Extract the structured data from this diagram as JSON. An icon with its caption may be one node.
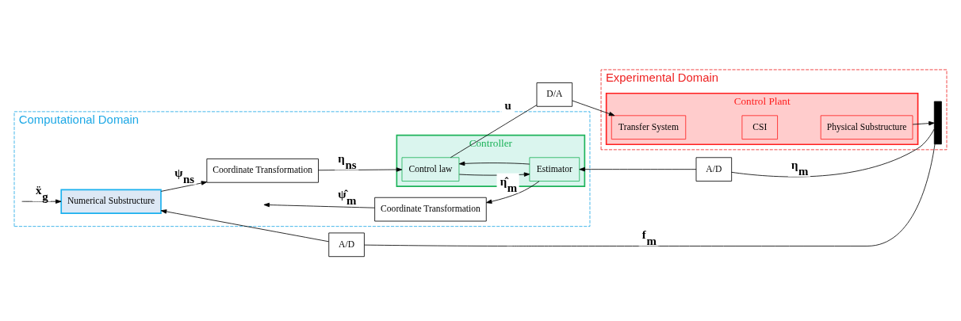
{
  "diagram": {
    "nodes": [
      {
        "text": [
          "Computational Domain"
        ]
      },
      {
        "text": [
          "Numerical Substructure"
        ],
        "in": 0
      },
      {
        "text": [
          "Coordinate Transformation"
        ],
        "in": 0
      },
      {
        "text": [
          "Controller"
        ],
        "in": 0
      },
      {
        "text": [
          "Control law"
        ],
        "in": 3
      },
      {
        "text": [
          "Estimator"
        ],
        "in": 3
      },
      {
        "text": [
          "Coordinate Transformation"
        ],
        "in": 0
      },
      {
        "text": [
          "Experimental Domain"
        ]
      },
      {
        "text": [
          "Control Plant"
        ],
        "in": 7
      },
      {
        "text": [
          "Transfer System"
        ],
        "in": 8
      },
      {
        "text": [
          "CSI"
        ],
        "in": 8
      },
      {
        "text": [
          "Physical Substructure"
        ],
        "in": 8
      },
      {
        "text": [],
        "shape": "bar",
        "in": 7
      },
      {
        "text": [
          "D/A"
        ]
      },
      {
        "text": [
          "A/D"
        ]
      },
      {
        "text": [
          "A/D"
        ]
      }
    ],
    "edges": [
      {
        "from": null,
        "to": 1,
        "arrow": "to",
        "label": "ẍ$_{g}$"
      },
      {
        "from": 1,
        "to": 2,
        "arrow": "to",
        "label": "ψ$_{ns}$"
      },
      {
        "from": 2,
        "to": 4,
        "arrow": "to",
        "label": "η$_{ns}$"
      },
      {
        "from": 4,
        "to": 13,
        "arrow": "none",
        "label": "u"
      },
      {
        "from": 13,
        "to": 9,
        "arrow": "to"
      },
      {
        "from": 4,
        "to": 5,
        "arrow": "to"
      },
      {
        "from": 5,
        "to": 4,
        "arrow": "to"
      },
      {
        "from": 5,
        "to": 6,
        "arrow": "to",
        "label": "η̂$_{m}$"
      },
      {
        "from": 6,
        "to": null,
        "arrow": "to",
        "label": "ψ̂$_{m}$"
      },
      {
        "from": 11,
        "to": 12,
        "arrow": "to"
      },
      {
        "from": 12,
        "to": 14,
        "arrow": "none",
        "label": "η$_{m}$"
      },
      {
        "from": 14,
        "to": 5,
        "arrow": "to"
      },
      {
        "from": 12,
        "to": 15,
        "arrow": "none",
        "label": "f$_{m}$"
      },
      {
        "from": 15,
        "to": 1,
        "arrow": "to"
      }
    ]
  }
}
